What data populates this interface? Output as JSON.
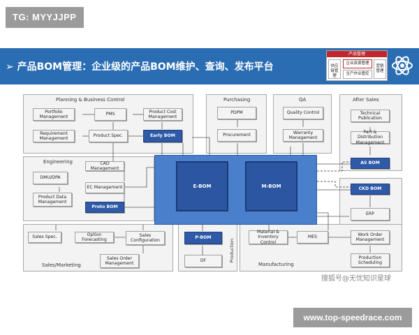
{
  "tag": "TG: MYYJJPP",
  "banner": {
    "title": "➢ 产品BOM管理：企业级的产品BOM维护、查询、发布平台",
    "legend": {
      "header": "产品管理",
      "left": "供应链管理",
      "top_mid": "企业资源管理",
      "bottom_mid": "生产作业管控",
      "right": "营销管理"
    }
  },
  "panels": {
    "planning": "Planning & Business Control",
    "purchasing": "Purchasing",
    "qa": "QA",
    "after_sales": "After Sales",
    "engineering": "Engineering",
    "sales": "Sales/Marketing",
    "production": "Production",
    "manufacturing": "Manufacturing"
  },
  "boxes": {
    "portfolio": "Portfolio Management",
    "pms": "PMS",
    "product_cost": "Product Cost Management",
    "requirement": "Requirement Management",
    "product_spec": "Product Spec.",
    "early_bom": "Early BOM",
    "pdpm": "PDPM",
    "procurement": "Procurement",
    "quality_control": "Quality Control",
    "warranty": "Warranty Management",
    "tech_pub": "Technical Publication",
    "part_dist": "Part & Distribution Management",
    "as_bom": "AS BOM",
    "cad": "CAD Management",
    "dmu": "DMU/DPA",
    "ec": "EC Management",
    "pdm": "Product Data Management",
    "proto_bom": "Proto BOM",
    "ebom": "E-BOM",
    "mbom": "M-BOM",
    "ckd_bom": "CKD BOM",
    "erp": "ERP",
    "sales_spec": "Sales Spec.",
    "option_forecasting": "Option Forecasting",
    "sales_config": "Sales Configuration",
    "sales_order": "Sales Order Management",
    "pbom": "P-BOM",
    "df": "DF",
    "material_inv": "Material & Inventory Control",
    "mes": "MES",
    "work_order": "Work Order Management",
    "prod_sched": "Production Scheduling"
  },
  "watermark": "搜狐号@无忧知识星球",
  "site": "www.top-speedrace.com"
}
